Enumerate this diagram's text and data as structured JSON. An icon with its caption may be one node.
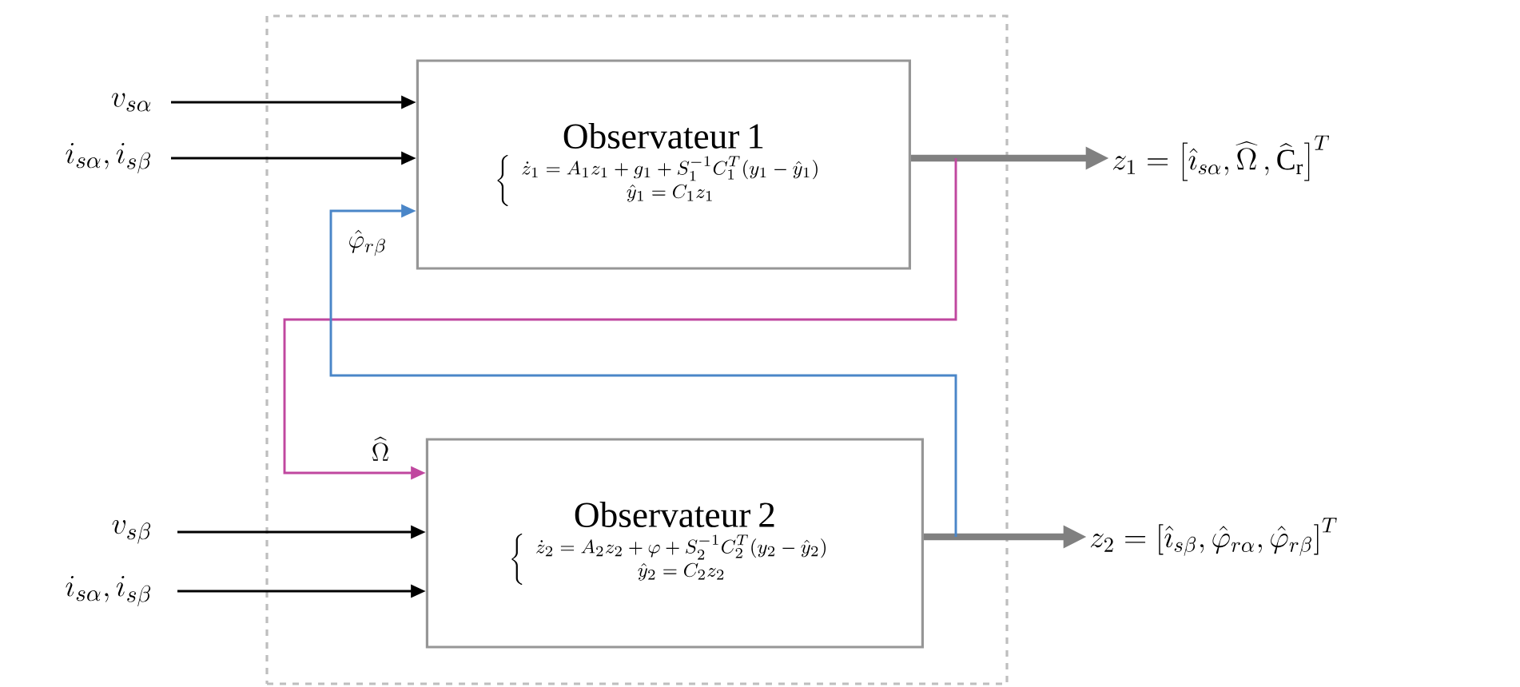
{
  "diagram": {
    "nodes": [
      {
        "text": [],
        "shape": "box"
      },
      {
        "text": [
          "Observateur 1",
          "\\left\\{\\begin{array}{c}\\dot{z}_1 = A_1 z_1 + g_1 + S_1^{-1} C_1^T (y_1 - \\hat{y}_1)\\\\ \\hat{y}_1 = C_1 z_1\\end{array}\\right."
        ],
        "in": 0
      },
      {
        "text": [
          "Observateur 2",
          "\\left\\{\\begin{array}{c}\\dot{z}_2 = A_2 z_2 + \\varphi + S_2^{-1} C_2^T (y_2 - \\hat{y}_2)\\\\ \\hat{y}_2 = C_2 z_2\\end{array}\\right."
        ],
        "in": 0
      },
      {
        "text": [
          "v_{s\\alpha}"
        ]
      },
      {
        "text": [
          "i_{s\\alpha}, i_{s\\beta}"
        ]
      },
      {
        "text": [
          "v_{s\\beta}"
        ]
      },
      {
        "text": [
          "i_{s\\alpha}, i_{s\\beta}"
        ]
      },
      {
        "text": [
          "z_1 = \\left[\\hat{\\imath}_{s\\alpha}, \\widehat{\\Omega}\\,, \\widehat{\\mathrm{C}}_{\\mathrm{r}}\\right]^T"
        ]
      },
      {
        "text": [
          "z_2 = \\left[\\hat{\\imath}_{s\\beta}, \\hat{\\varphi}_{r\\alpha}, \\hat{\\varphi}_{r\\beta}\\right]^T"
        ]
      }
    ],
    "edges": [
      {
        "from": 3,
        "to": 1,
        "arrow": "to"
      },
      {
        "from": 4,
        "to": 1,
        "arrow": "to"
      },
      {
        "from": 5,
        "to": 2,
        "arrow": "to"
      },
      {
        "from": 6,
        "to": 2,
        "arrow": "to"
      },
      {
        "from": 1,
        "to": 7,
        "arrow": "to",
        "style": "thick",
        "color": "#808080"
      },
      {
        "from": 2,
        "to": 8,
        "arrow": "to",
        "style": "thick",
        "color": "#808080"
      },
      {
        "from": 1,
        "to": 2,
        "arrow": "to",
        "color": "#c0479f",
        "label": "\\widehat{\\Omega}"
      },
      {
        "from": 2,
        "to": 1,
        "arrow": "to",
        "color": "#4a86c8",
        "label": "\\hat{\\varphi}_{r\\beta}"
      }
    ]
  }
}
